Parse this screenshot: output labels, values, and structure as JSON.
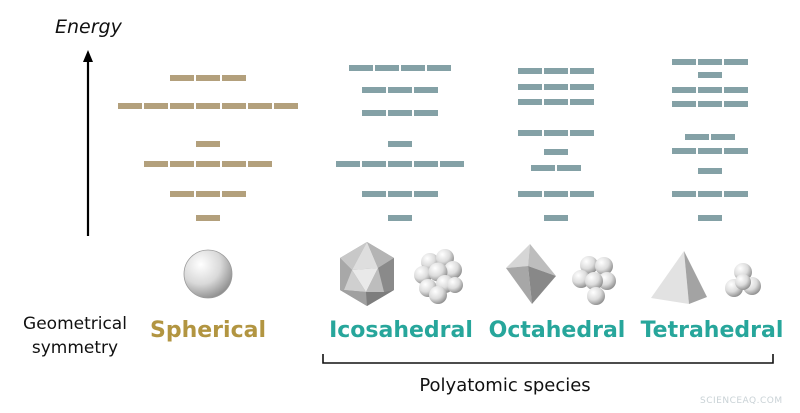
{
  "axis": {
    "label": "Energy"
  },
  "row_label": {
    "line1": "Geometrical",
    "line2": "symmetry"
  },
  "group_label": "Polyatomic species",
  "watermark": "SCIENCEAQ.COM",
  "colors": {
    "spherical": "#b3a07c",
    "polyatomic": "#84a1a6",
    "spherical_text": "#b29541",
    "polyatomic_text": "#27a69b",
    "watermark": "#c9d2d6"
  },
  "columns": [
    {
      "id": "spherical",
      "label": "Spherical",
      "shape_icon": "sphere-icon",
      "levels": [
        {
          "degeneracy": 3,
          "energy": 78
        },
        {
          "degeneracy": 7,
          "energy": 106
        },
        {
          "degeneracy": 1,
          "energy": 144
        },
        {
          "degeneracy": 5,
          "energy": 164
        },
        {
          "degeneracy": 3,
          "energy": 194
        },
        {
          "degeneracy": 1,
          "energy": 218
        }
      ]
    },
    {
      "id": "icosahedral",
      "label": "Icosahedral",
      "shape_icon": "icosahedron-icon",
      "cluster_icon": "icosahedral-cluster-icon",
      "levels": [
        {
          "degeneracy": 4,
          "energy": 68
        },
        {
          "degeneracy": 3,
          "energy": 90
        },
        {
          "degeneracy": 3,
          "energy": 113
        },
        {
          "degeneracy": 1,
          "energy": 144
        },
        {
          "degeneracy": 5,
          "energy": 164
        },
        {
          "degeneracy": 3,
          "energy": 194
        },
        {
          "degeneracy": 1,
          "energy": 218
        }
      ]
    },
    {
      "id": "octahedral",
      "label": "Octahedral",
      "shape_icon": "octahedron-icon",
      "cluster_icon": "octahedral-cluster-icon",
      "levels": [
        {
          "degeneracy": 3,
          "energy": 71
        },
        {
          "degeneracy": 3,
          "energy": 87
        },
        {
          "degeneracy": 3,
          "energy": 102
        },
        {
          "degeneracy": 3,
          "energy": 133
        },
        {
          "degeneracy": 1,
          "energy": 152
        },
        {
          "degeneracy": 2,
          "energy": 168
        },
        {
          "degeneracy": 3,
          "energy": 194
        },
        {
          "degeneracy": 1,
          "energy": 218
        }
      ]
    },
    {
      "id": "tetrahedral",
      "label": "Tetrahedral",
      "shape_icon": "tetrahedron-icon",
      "cluster_icon": "tetrahedral-cluster-icon",
      "levels": [
        {
          "degeneracy": 3,
          "energy": 62
        },
        {
          "degeneracy": 1,
          "energy": 75
        },
        {
          "degeneracy": 3,
          "energy": 90
        },
        {
          "degeneracy": 3,
          "energy": 104
        },
        {
          "degeneracy": 2,
          "energy": 137
        },
        {
          "degeneracy": 3,
          "energy": 151
        },
        {
          "degeneracy": 1,
          "energy": 171
        },
        {
          "degeneracy": 3,
          "energy": 194
        },
        {
          "degeneracy": 1,
          "energy": 218
        }
      ]
    }
  ]
}
